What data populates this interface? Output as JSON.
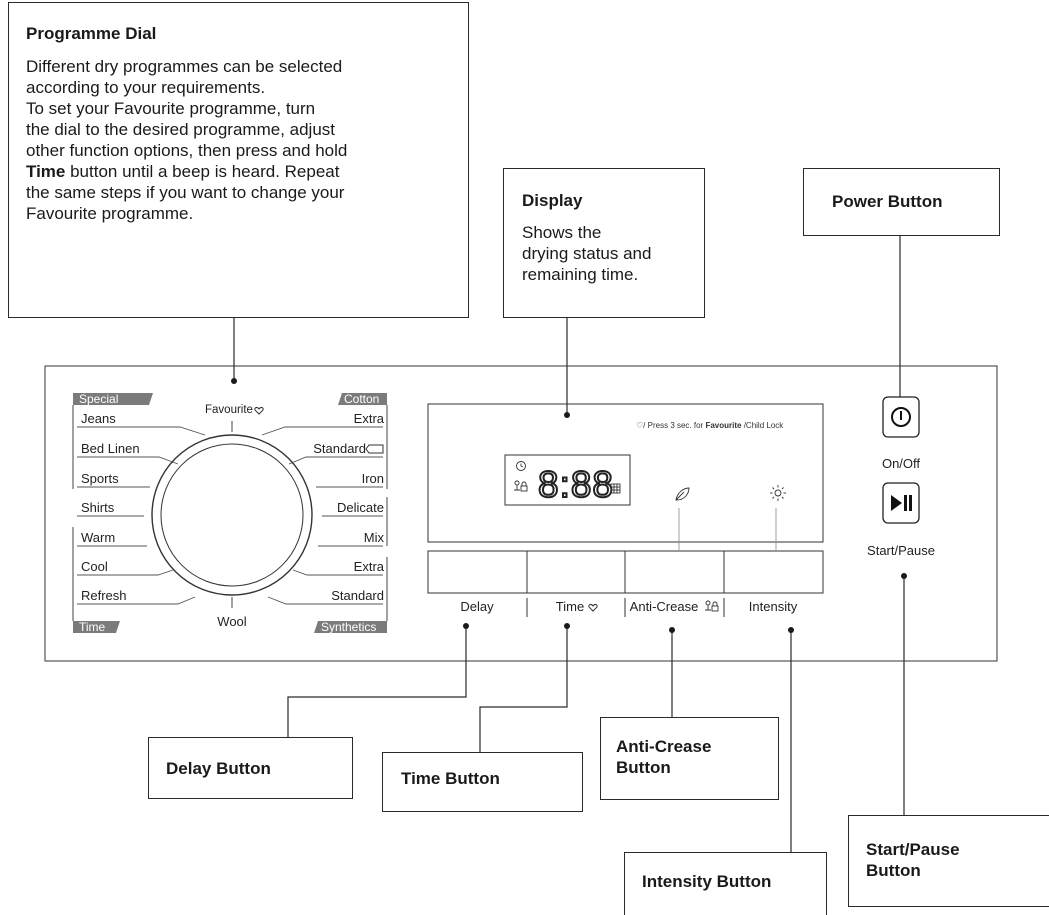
{
  "callouts": {
    "programme_dial": {
      "title": "Programme Dial",
      "line1": "Different dry programmes can be selected",
      "line2": "according to your requirements.",
      "line3": "To set your Favourite programme, turn",
      "line4": "the dial to the desired programme, adjust",
      "line5": "other function options, then press and hold",
      "line6_bold": "Time",
      "line6_rest": " button until a beep is heard. Repeat",
      "line7": "the same steps if you want to change your",
      "line8": "Favourite programme."
    },
    "display": {
      "title": "Display",
      "line1": "Shows the",
      "line2": "drying status and",
      "line3": "remaining time."
    },
    "power_button": {
      "title": "Power Button"
    },
    "delay_button": {
      "title": "Delay Button"
    },
    "time_button": {
      "title": "Time Button"
    },
    "anti_crease_button": {
      "title_line1": "Anti-Crease",
      "title_line2": "Button"
    },
    "intensity_button": {
      "title": "Intensity Button"
    },
    "start_pause_button": {
      "title_line1": "Start/Pause",
      "title_line2": "Button"
    }
  },
  "dial": {
    "groups": {
      "special": "Special",
      "cotton": "Cotton",
      "time": "Time",
      "synthetics": "Synthetics"
    },
    "top": "Favourite",
    "bottom": "Wool",
    "left_programmes": [
      "Jeans",
      "Bed Linen",
      "Sports",
      "Shirts",
      "Warm",
      "Cool",
      "Refresh"
    ],
    "right_programmes": [
      "Extra",
      "Standard",
      "Iron",
      "Delicate",
      "Mix",
      "Extra",
      "Standard"
    ]
  },
  "display": {
    "digits": "8:88",
    "hint_prefix": "♡/",
    "hint_text": " Press 3 sec. for ",
    "hint_bold": "Favourite",
    "hint_suffix": "/Child Lock"
  },
  "buttons": {
    "delay": "Delay",
    "time": "Time",
    "anti_crease": "Anti-Crease",
    "intensity": "Intensity",
    "on_off": "On/Off",
    "start_pause": "Start/Pause"
  },
  "icons": [
    "heart-icon",
    "clock-icon",
    "child-lock-icon",
    "grid-icon",
    "leaf-icon",
    "sun-icon",
    "power-icon",
    "play-pause-icon",
    "tshirt-icon"
  ]
}
